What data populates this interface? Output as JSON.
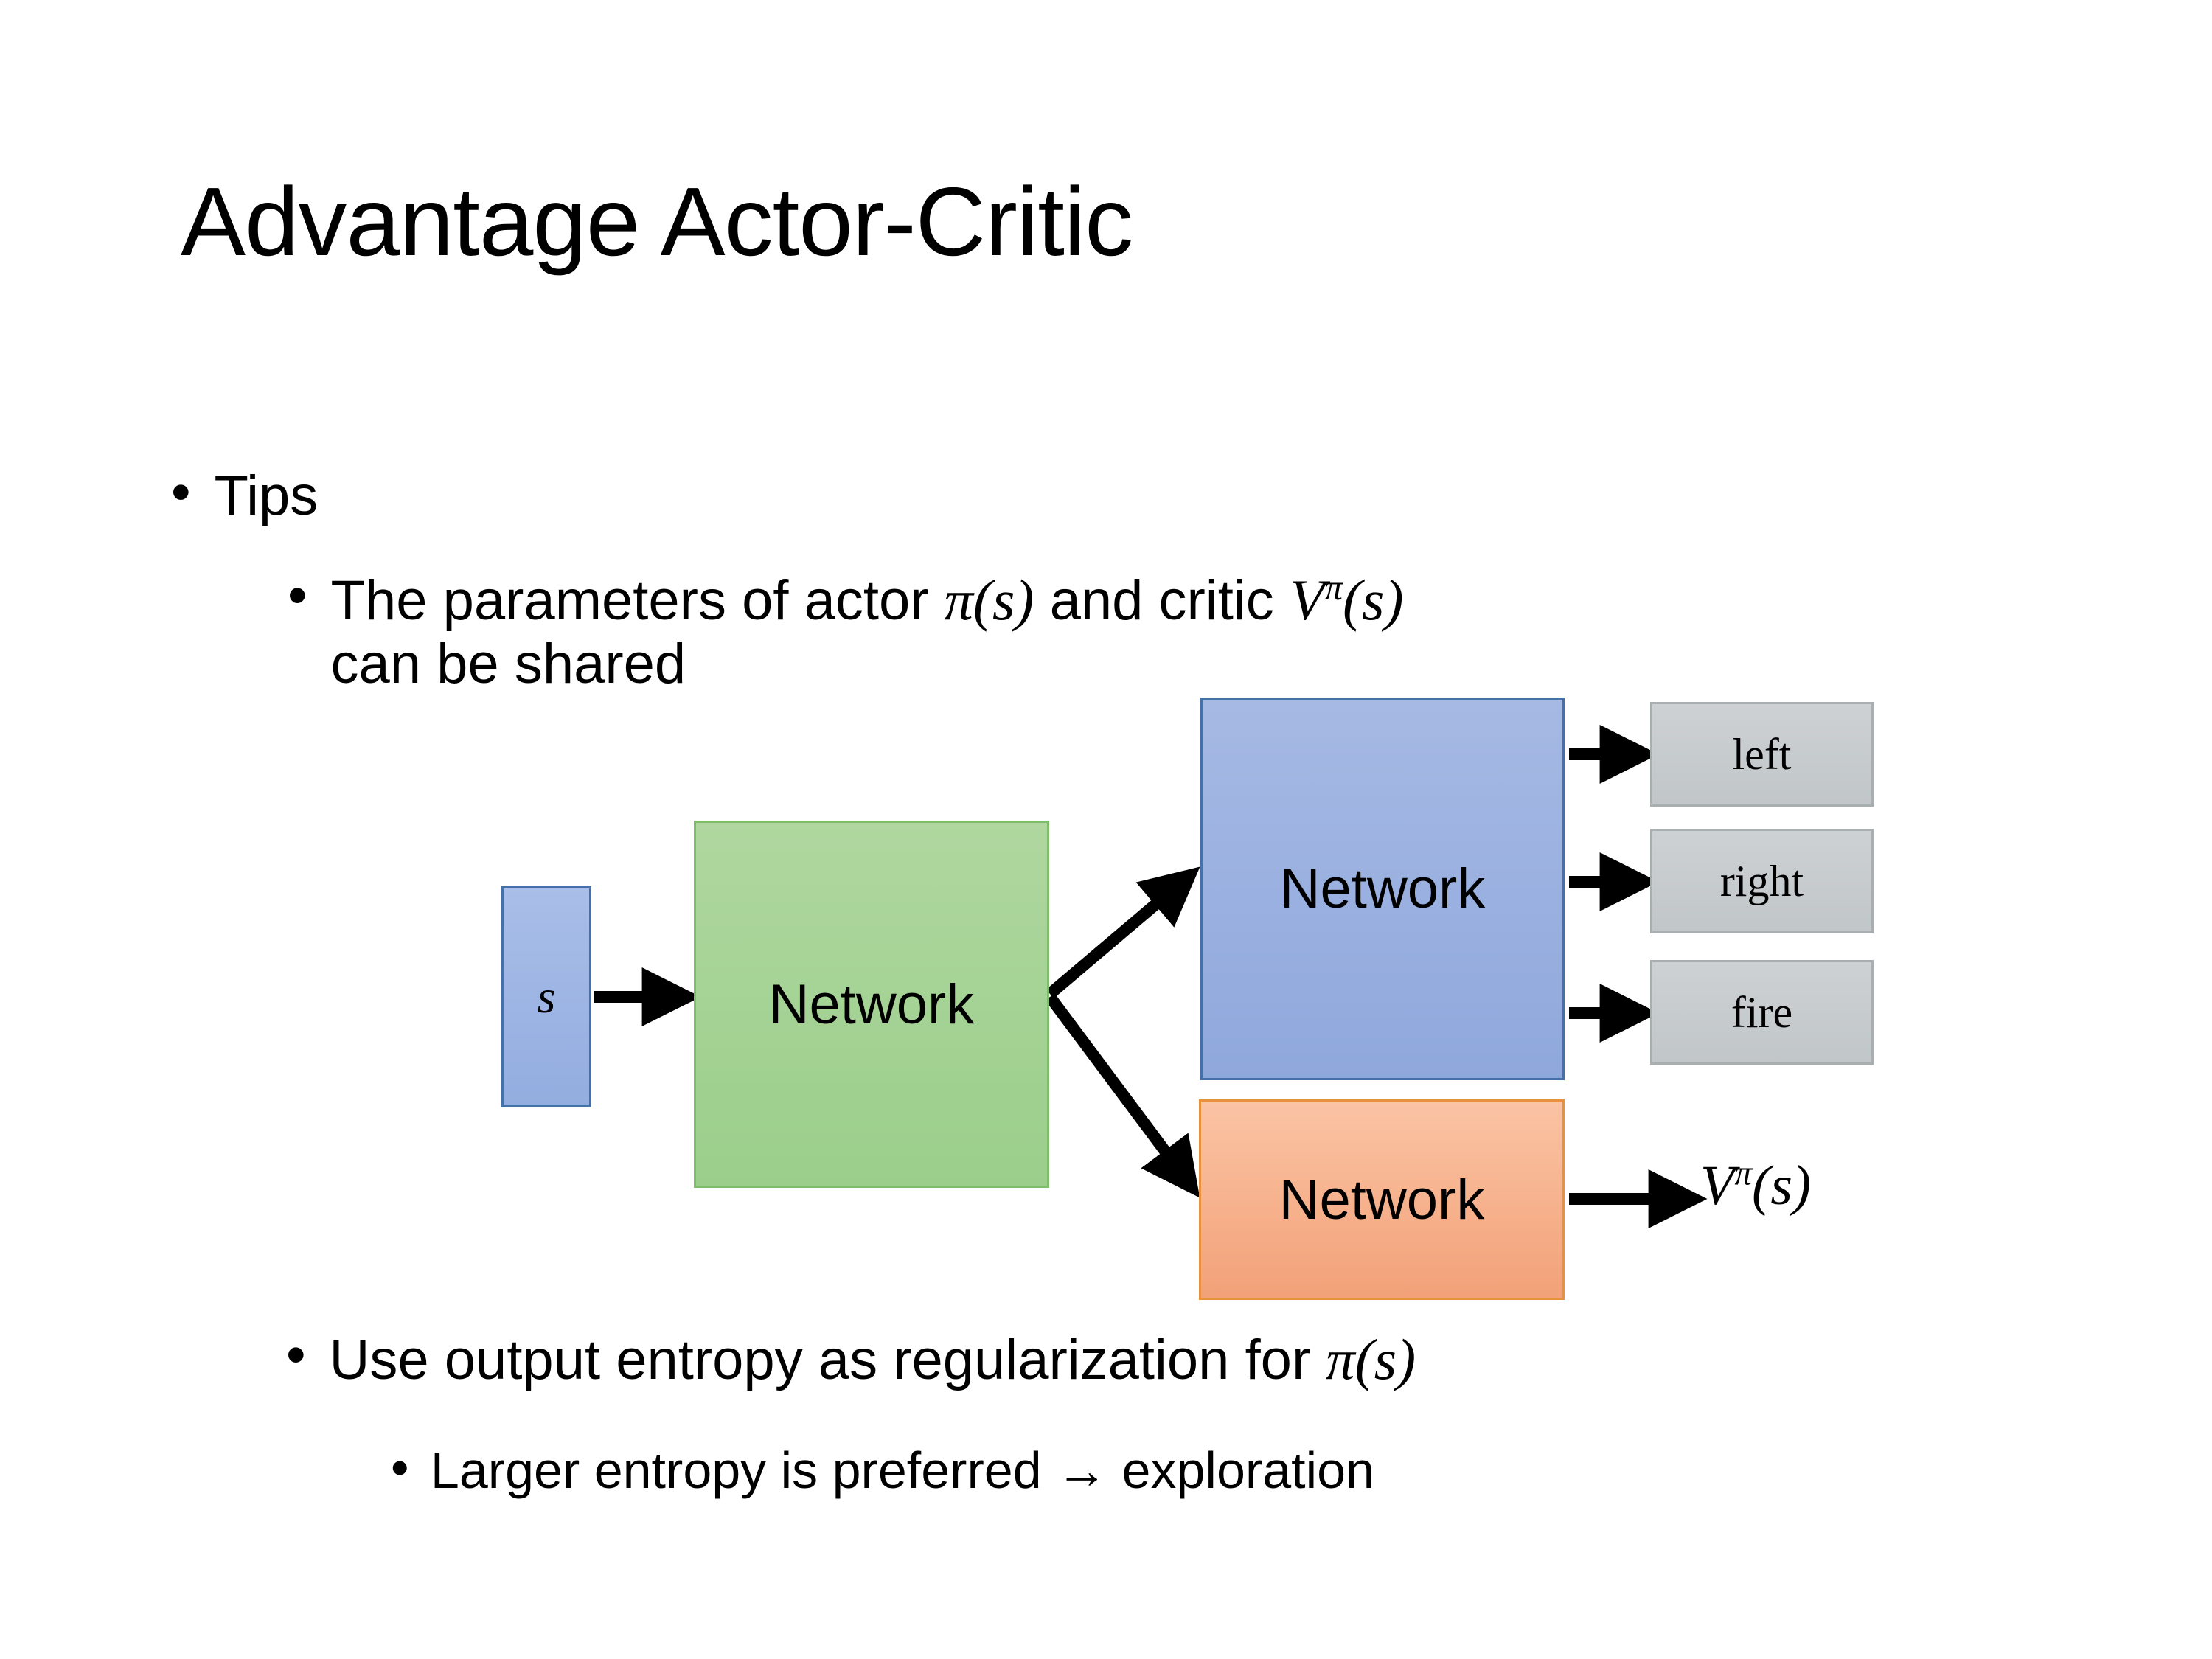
{
  "slide": {
    "title": "Advantage Actor-Critic",
    "background_color": "#ffffff"
  },
  "bullets": {
    "tips": {
      "marker": "•",
      "text": "Tips"
    },
    "shared_params": {
      "marker": "•",
      "text_part1": "The parameters of actor ",
      "math1_base": "π",
      "math1_args": "(s)",
      "text_part2": "  and critic ",
      "math2_base": "V",
      "math2_sup": "π",
      "math2_args": "(s)",
      "text_line2": "can be shared"
    },
    "entropy": {
      "marker": "•",
      "text_part1": "Use output entropy as regularization for ",
      "math_base": "π",
      "math_args": "(s)"
    },
    "larger_entropy": {
      "marker": "•",
      "text": "Larger entropy is preferred → exploration"
    }
  },
  "diagram": {
    "input_box": {
      "label": "s",
      "fill": "#93ADE0",
      "border": "#4472A8"
    },
    "shared_network": {
      "label": "Network",
      "fill": "#9BCE8B",
      "border": "#7FBD6A"
    },
    "actor_network": {
      "label": "Network",
      "fill": "#8FA8DC",
      "border": "#4472A8"
    },
    "critic_network": {
      "label": "Network",
      "fill": "#F2A178",
      "border": "#E8913F"
    },
    "action_outputs": [
      {
        "label": "left",
        "fill": "#C1C6C9",
        "border": "#A9AEB1"
      },
      {
        "label": "right",
        "fill": "#C1C6C9",
        "border": "#A9AEB1"
      },
      {
        "label": "fire",
        "fill": "#C1C6C9",
        "border": "#A9AEB1"
      }
    ],
    "value_output": {
      "base": "V",
      "sup": "π",
      "args": "(s)"
    },
    "arrow_color": "#000000"
  }
}
